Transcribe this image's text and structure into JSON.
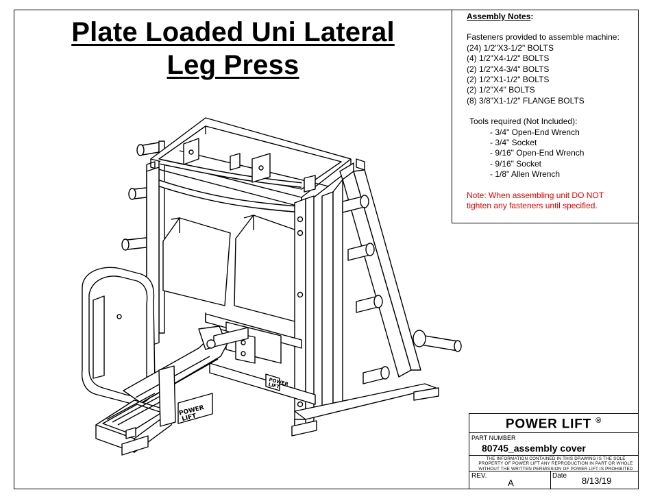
{
  "title": {
    "line1": "Plate Loaded Uni Lateral ",
    "line2": "Leg Press"
  },
  "assembly_notes": {
    "heading": "Assembly Notes",
    "heading_suffix": ":",
    "fasteners_intro": "Fasteners provided to assemble machine:",
    "fasteners": [
      "(24) 1/2\"X3-1/2\" BOLTS",
      "(4) 1/2\"X4-1/2\" BOLTS",
      "(2) 1/2\"X4-3/4\" BOLTS",
      "(2) 1/2\"X1-1/2\" BOLTS",
      "(2) 1/2\"X4\" BOLTS",
      "(8) 3/8\"X1-1/2\" FLANGE BOLTS"
    ],
    "tools_intro": "Tools required (Not Included):",
    "tools": [
      "- 3/4\" Open-End Wrench",
      "- 3/4\" Socket",
      "- 9/16\" Open-End Wrench",
      "- 9/16\" Socket",
      "- 1/8\" Allen Wrench"
    ],
    "warning_line1": "Note: When assembling unit DO NOT",
    "warning_line2": "tighten any fasteners until specified.",
    "warning_color": "#e00000"
  },
  "title_block": {
    "brand": "POWER LIFT",
    "registered": "®",
    "part_number_label": "PART NUMBER",
    "part_number": "80745_assembly cover",
    "notice_line1": "THE INFORMATION CONTAINED IN THIS DRAWING IS THE SOLE",
    "notice_line2": "PROPERTY OF POWER LIFT ANY REPRODUCTION IN PART OR WHOLE",
    "notice_line3": "WITHOUT THE WRITTEN PERMISSION OF POWER LIFT IS PROHIBITED",
    "rev_label": "REV.",
    "rev_value": "A",
    "date_label": "Date",
    "date_value": "8/13/19"
  },
  "drawing": {
    "logo_line1": "POWER",
    "logo_line2": "LIFT",
    "line_color": "#000000"
  }
}
